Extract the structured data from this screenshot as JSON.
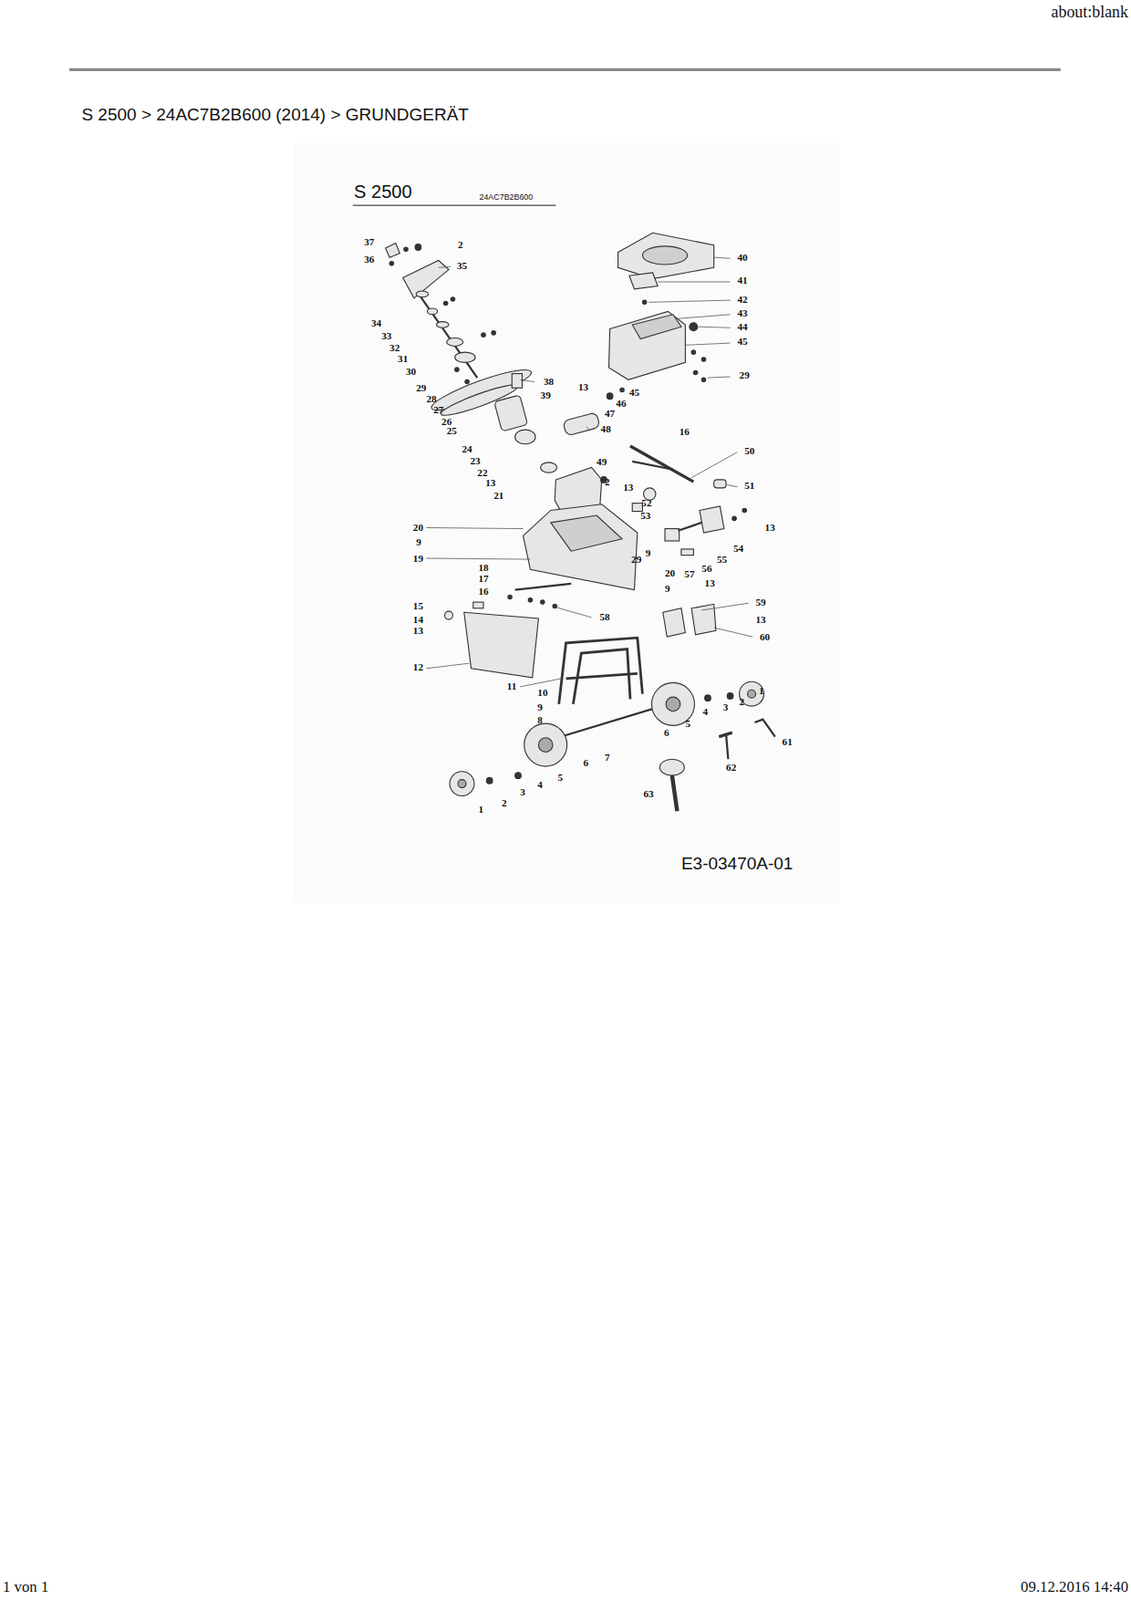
{
  "diagram": {
    "title": "S 2500  >  24AC7B2B600 (2014)  >  GRUNDGERÄT",
    "labels": [
      "about:blank",
      "S 2500",
      "24AC7B2B600",
      "37",
      "2",
      "36",
      "35",
      "34",
      "33",
      "32",
      "31",
      "30",
      "29",
      "28",
      "27",
      "26",
      "25",
      "38",
      "39",
      "24",
      "23",
      "22",
      "13",
      "21",
      "48",
      "49",
      "2",
      "40",
      "41",
      "42",
      "43",
      "44",
      "45",
      "29",
      "13",
      "45",
      "46",
      "47",
      "16",
      "50",
      "51",
      "13",
      "52",
      "53",
      "13",
      "54",
      "55",
      "56",
      "57",
      "20",
      "9",
      "19",
      "9",
      "29",
      "20",
      "9",
      "13",
      "18",
      "17",
      "16",
      "58",
      "15",
      "14",
      "13",
      "59",
      "13",
      "60",
      "12",
      "11",
      "10",
      "9",
      "8",
      "1",
      "2",
      "3",
      "4",
      "5",
      "6",
      "7",
      "61",
      "62",
      "63",
      "6",
      "5",
      "4",
      "3",
      "2",
      "1",
      "E3-03470A-01",
      "1 von 1",
      "09.12.2016 14:40"
    ]
  }
}
